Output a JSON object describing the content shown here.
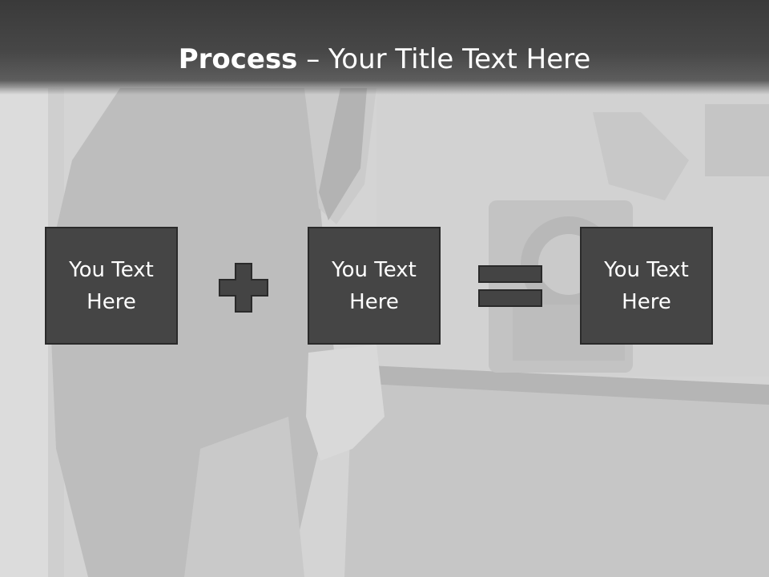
{
  "title": {
    "bold": "Process",
    "rest": " – Your Title Text Here"
  },
  "boxes": [
    {
      "text": "You Text Here"
    },
    {
      "text": "You Text Here"
    },
    {
      "text": "You Text Here"
    }
  ],
  "operators": [
    "plus-icon",
    "equals-icon"
  ],
  "colors": {
    "title_bar": "#414141",
    "box_fill": "#454545",
    "box_border": "#2a2a2a",
    "operator_fill": "#444444",
    "text": "#ffffff"
  }
}
